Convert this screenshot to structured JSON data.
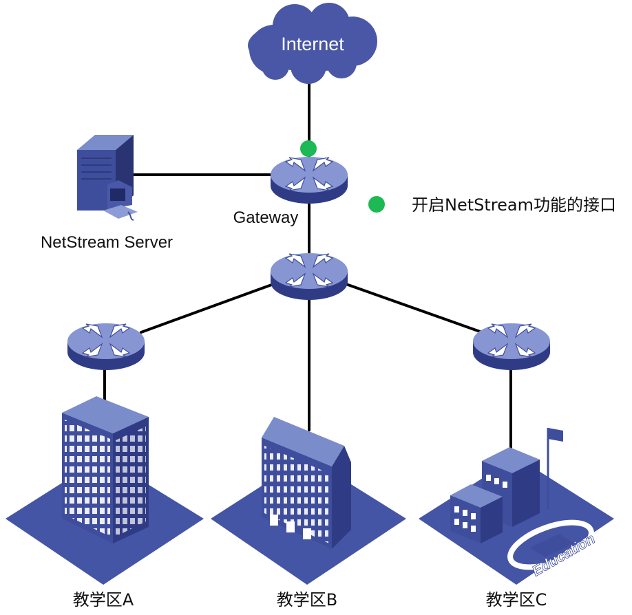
{
  "colors": {
    "device": "#3f4e9c",
    "device_light": "#7b8ccb",
    "device_dark": "#2a3472",
    "link": "#000000",
    "marker": "#1db954",
    "background": "#ffffff"
  },
  "nodes": {
    "internet": {
      "label": "Internet",
      "icon": "cloud-icon"
    },
    "server": {
      "label": "NetStream Server",
      "icon": "server-icon"
    },
    "gateway": {
      "label": "Gateway",
      "icon": "router-icon"
    },
    "core": {
      "label": "",
      "icon": "router-icon"
    },
    "router_a": {
      "label": "",
      "icon": "router-icon"
    },
    "router_c": {
      "label": "",
      "icon": "router-icon"
    },
    "area_a": {
      "label": "教学区A",
      "icon": "office-building-icon"
    },
    "area_b": {
      "label": "教学区B",
      "icon": "office-building-icon"
    },
    "area_c": {
      "label": "教学区C",
      "icon": "school-campus-icon",
      "badge": "Education"
    }
  },
  "legend": {
    "label": "开启NetStream功能的接口",
    "icon": "green-dot-icon"
  }
}
